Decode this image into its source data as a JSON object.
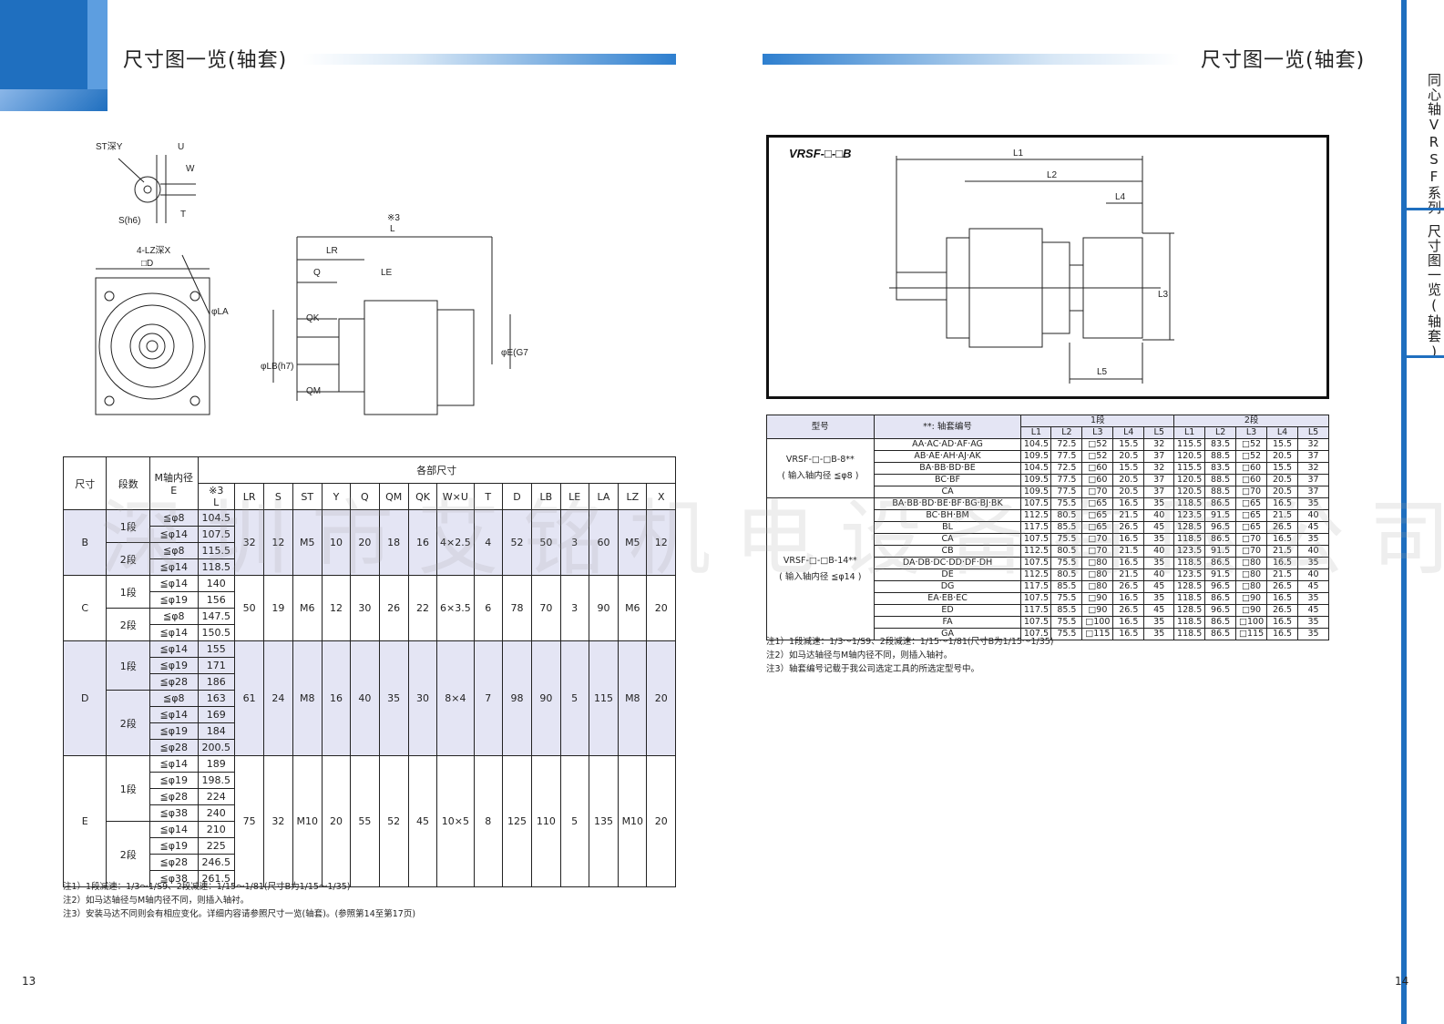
{
  "left_page": {
    "title": "尺寸图一览(轴套)",
    "page_number": "13",
    "drawing_labels": {
      "st": "ST深Y",
      "u": "U",
      "w": "W",
      "t": "T",
      "s": "S(h6)",
      "lz": "4-LZ深X",
      "d": "□D",
      "la": "φLA",
      "note3": "※3",
      "l": "L",
      "lr": "LR",
      "q": "Q",
      "le": "LE",
      "qk": "QK",
      "qm": "QM",
      "lb": "φLB(h7)",
      "e": "φE(G7)"
    },
    "table": {
      "headers": {
        "size": "尺寸",
        "stage": "段数",
        "m_shaft": "M轴内径",
        "e": "E",
        "dims": "各部尺寸",
        "l_note": "※3",
        "l": "L",
        "cols": [
          "LR",
          "S",
          "ST",
          "Y",
          "Q",
          "QM",
          "QK",
          "W×U",
          "T",
          "D",
          "LB",
          "LE",
          "LA",
          "LZ",
          "X"
        ]
      },
      "groups": [
        {
          "size": "B",
          "shade": true,
          "stages": [
            {
              "stage": "1段",
              "rows": [
                [
                  "≦φ8",
                  "104.5"
                ],
                [
                  "≦φ14",
                  "107.5"
                ]
              ]
            },
            {
              "stage": "2段",
              "rows": [
                [
                  "≦φ8",
                  "115.5"
                ],
                [
                  "≦φ14",
                  "118.5"
                ]
              ]
            }
          ],
          "dims": [
            "32",
            "12",
            "M5",
            "10",
            "20",
            "18",
            "16",
            "4×2.5",
            "4",
            "52",
            "50",
            "3",
            "60",
            "M5",
            "12"
          ]
        },
        {
          "size": "C",
          "shade": false,
          "stages": [
            {
              "stage": "1段",
              "rows": [
                [
                  "≦φ14",
                  "140"
                ],
                [
                  "≦φ19",
                  "156"
                ]
              ]
            },
            {
              "stage": "2段",
              "rows": [
                [
                  "≦φ8",
                  "147.5"
                ],
                [
                  "≦φ14",
                  "150.5"
                ]
              ]
            }
          ],
          "dims": [
            "50",
            "19",
            "M6",
            "12",
            "30",
            "26",
            "22",
            "6×3.5",
            "6",
            "78",
            "70",
            "3",
            "90",
            "M6",
            "20"
          ]
        },
        {
          "size": "D",
          "shade": true,
          "stages": [
            {
              "stage": "1段",
              "rows": [
                [
                  "≦φ14",
                  "155"
                ],
                [
                  "≦φ19",
                  "171"
                ],
                [
                  "≦φ28",
                  "186"
                ]
              ]
            },
            {
              "stage": "2段",
              "rows": [
                [
                  "≦φ8",
                  "163"
                ],
                [
                  "≦φ14",
                  "169"
                ],
                [
                  "≦φ19",
                  "184"
                ],
                [
                  "≦φ28",
                  "200.5"
                ]
              ]
            }
          ],
          "dims": [
            "61",
            "24",
            "M8",
            "16",
            "40",
            "35",
            "30",
            "8×4",
            "7",
            "98",
            "90",
            "5",
            "115",
            "M8",
            "20"
          ]
        },
        {
          "size": "E",
          "shade": false,
          "stages": [
            {
              "stage": "1段",
              "rows": [
                [
                  "≦φ14",
                  "189"
                ],
                [
                  "≦φ19",
                  "198.5"
                ],
                [
                  "≦φ28",
                  "224"
                ],
                [
                  "≦φ38",
                  "240"
                ]
              ]
            },
            {
              "stage": "2段",
              "rows": [
                [
                  "≦φ14",
                  "210"
                ],
                [
                  "≦φ19",
                  "225"
                ],
                [
                  "≦φ28",
                  "246.5"
                ],
                [
                  "≦φ38",
                  "261.5"
                ]
              ]
            }
          ],
          "dims": [
            "75",
            "32",
            "M10",
            "20",
            "55",
            "52",
            "45",
            "10×5",
            "8",
            "125",
            "110",
            "5",
            "135",
            "M10",
            "20"
          ]
        }
      ]
    },
    "notes": [
      "注1）1段减速：1/3～1/S9、2段减速：1/15～1/81(尺寸B为1/15～1/35)",
      "注2）如马达轴径与M轴内径不同，则插入轴衬。",
      "注3）安装马达不同则会有相应变化。详细内容请参照尺寸一览(轴套)。(参照第14至第17页)"
    ]
  },
  "right_page": {
    "title": "尺寸图一览(轴套)",
    "page_number": "14",
    "side_tabs": [
      "同心轴VRSF系列",
      "尺寸图一览(轴套)"
    ],
    "drawing": {
      "model": "VRSF-□-□B",
      "labels": {
        "l1": "L1",
        "l2": "L2",
        "l4": "L4",
        "l3": "L3",
        "l5": "L5"
      }
    },
    "table": {
      "headers": {
        "model": "型号",
        "bushing": "**: 轴套编号",
        "stage1": "1段",
        "stage2": "2段",
        "cols": [
          "L1",
          "L2",
          "L3",
          "L4",
          "L5"
        ]
      },
      "groups": [
        {
          "model": "VRSF-□-□B-8**",
          "input": "输入轴内径 ≦φ8",
          "rows": [
            [
              "AA·AC·AD·AF·AG",
              "104.5",
              "72.5",
              "□52",
              "15.5",
              "32",
              "115.5",
              "83.5",
              "□52",
              "15.5",
              "32"
            ],
            [
              "AB·AE·AH·AJ·AK",
              "109.5",
              "77.5",
              "□52",
              "20.5",
              "37",
              "120.5",
              "88.5",
              "□52",
              "20.5",
              "37"
            ],
            [
              "BA·BB·BD·BE",
              "104.5",
              "72.5",
              "□60",
              "15.5",
              "32",
              "115.5",
              "83.5",
              "□60",
              "15.5",
              "32"
            ],
            [
              "BC·BF",
              "109.5",
              "77.5",
              "□60",
              "20.5",
              "37",
              "120.5",
              "88.5",
              "□60",
              "20.5",
              "37"
            ],
            [
              "CA",
              "109.5",
              "77.5",
              "□70",
              "20.5",
              "37",
              "120.5",
              "88.5",
              "□70",
              "20.5",
              "37"
            ]
          ]
        },
        {
          "model": "VRSF-□-□B-14**",
          "input": "输入轴内径 ≦φ14",
          "rows": [
            [
              "BA·BB·BD·BE·BF·BG·BJ·BK",
              "107.5",
              "75.5",
              "□65",
              "16.5",
              "35",
              "118.5",
              "86.5",
              "□65",
              "16.5",
              "35"
            ],
            [
              "BC·BH·BM",
              "112.5",
              "80.5",
              "□65",
              "21.5",
              "40",
              "123.5",
              "91.5",
              "□65",
              "21.5",
              "40"
            ],
            [
              "BL",
              "117.5",
              "85.5",
              "□65",
              "26.5",
              "45",
              "128.5",
              "96.5",
              "□65",
              "26.5",
              "45"
            ],
            [
              "CA",
              "107.5",
              "75.5",
              "□70",
              "16.5",
              "35",
              "118.5",
              "86.5",
              "□70",
              "16.5",
              "35"
            ],
            [
              "CB",
              "112.5",
              "80.5",
              "□70",
              "21.5",
              "40",
              "123.5",
              "91.5",
              "□70",
              "21.5",
              "40"
            ],
            [
              "DA·DB·DC·DD·DF·DH",
              "107.5",
              "75.5",
              "□80",
              "16.5",
              "35",
              "118.5",
              "86.5",
              "□80",
              "16.5",
              "35"
            ],
            [
              "DE",
              "112.5",
              "80.5",
              "□80",
              "21.5",
              "40",
              "123.5",
              "91.5",
              "□80",
              "21.5",
              "40"
            ],
            [
              "DG",
              "117.5",
              "85.5",
              "□80",
              "26.5",
              "45",
              "128.5",
              "96.5",
              "□80",
              "26.5",
              "45"
            ],
            [
              "EA·EB·EC",
              "107.5",
              "75.5",
              "□90",
              "16.5",
              "35",
              "118.5",
              "86.5",
              "□90",
              "16.5",
              "35"
            ],
            [
              "ED",
              "117.5",
              "85.5",
              "□90",
              "26.5",
              "45",
              "128.5",
              "96.5",
              "□90",
              "26.5",
              "45"
            ],
            [
              "FA",
              "107.5",
              "75.5",
              "□100",
              "16.5",
              "35",
              "118.5",
              "86.5",
              "□100",
              "16.5",
              "35"
            ],
            [
              "GA",
              "107.5",
              "75.5",
              "□115",
              "16.5",
              "35",
              "118.5",
              "86.5",
              "□115",
              "16.5",
              "35"
            ]
          ]
        }
      ]
    },
    "notes": [
      "注1）1段减速：1/3～1/S9、2段减速：1/15～1/81(尺寸B为1/15～1/35)",
      "注2）如马达轴径与M轴内径不同，则插入轴衬。",
      "注3）轴套编号记载于我公司选定工具的所选定型号中。"
    ]
  },
  "watermark": "深圳市艾铭机电设备有限公司"
}
